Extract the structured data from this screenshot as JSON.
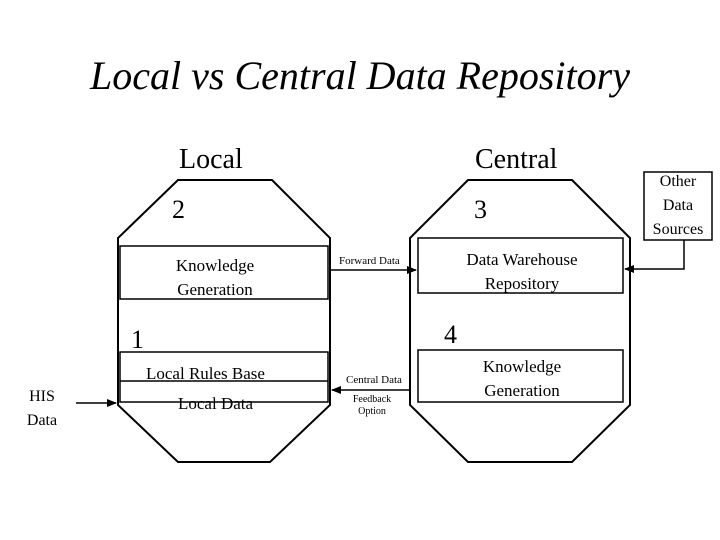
{
  "title": "Local vs Central Data Repository",
  "local": {
    "heading": "Local",
    "number_top": "2",
    "number_side": "1",
    "knowledge_generation": [
      "Knowledge",
      "Generation"
    ],
    "rules_base": "Local Rules Base",
    "local_data": "Local Data"
  },
  "central": {
    "heading": "Central",
    "number_top": "3",
    "number_side": "4",
    "warehouse": [
      "Data Warehouse",
      "Repository"
    ],
    "knowledge_generation": [
      "Knowledge",
      "Generation"
    ]
  },
  "links": {
    "forward_data": "Forward Data",
    "central_data": "Central Data",
    "feedback_option": [
      "Feedback",
      "Option"
    ]
  },
  "external": {
    "his_data": [
      "HIS",
      "Data"
    ],
    "other_sources": [
      "Other",
      "Data",
      "Sources"
    ]
  }
}
